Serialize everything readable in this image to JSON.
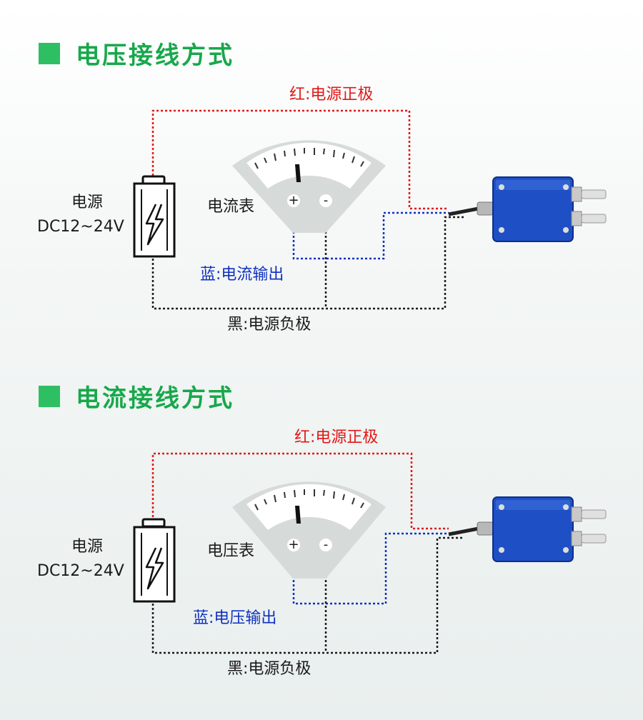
{
  "sections": [
    {
      "title": "电压接线方式",
      "red_label": "红:电源正极",
      "blue_label": "蓝:电流输出",
      "black_label": "黑:电源负极",
      "meter_label": "电流表",
      "power_label_1": "电源",
      "power_label_2": "DC12~24V",
      "plus": "+",
      "minus": "-"
    },
    {
      "title": "电流接线方式",
      "red_label": "红:电源正极",
      "blue_label": "蓝:电压输出",
      "black_label": "黑:电源负极",
      "meter_label": "电压表",
      "power_label_1": "电源",
      "power_label_2": "DC12~24V",
      "plus": "+",
      "minus": "-"
    }
  ],
  "colors": {
    "accent_green": "#17a84b",
    "wire_red": "#e01818",
    "wire_blue": "#1030c0",
    "wire_black": "#1a1a1a",
    "transmitter_blue": "#1f4fc4"
  },
  "icons": [
    "battery-icon",
    "lightning-icon",
    "meter-icon",
    "transmitter-icon"
  ]
}
